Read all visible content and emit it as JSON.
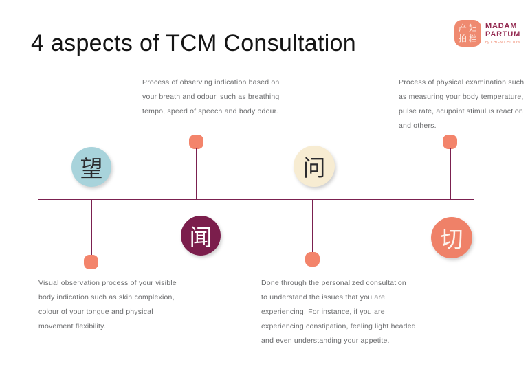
{
  "page": {
    "title": "4 aspects of TCM Consultation"
  },
  "logo": {
    "badge_line1": "产妇",
    "badge_line2": "拍档",
    "brand_line1": "MADAM",
    "brand_line2": "PARTUM",
    "tagline": "by CHIEN CHI TOW"
  },
  "colors": {
    "timeline": "#7b2150",
    "marker": "#f3846b",
    "logo_badge": "#ef8a70",
    "brand_text": "#932950",
    "tagline_text": "#ef8a70",
    "body_text": "#6b6c6e"
  },
  "aspects": [
    {
      "name": "wang-visual-observation",
      "character": "望",
      "circle_color": "#a8d3db",
      "char_color": "#2b2b2e",
      "circle_position": "above-timeline",
      "description_lines": [
        "Visual observation process of your visible",
        "body indication such as skin complexion,",
        "colour of your tongue and physical",
        "movement flexibility."
      ]
    },
    {
      "name": "wen-listening-smelling",
      "character": "闻",
      "circle_color": "#7b1e4c",
      "char_color": "#ffffff",
      "circle_position": "below-timeline",
      "description_lines": [
        "Process of observing indication based on",
        "your breath and odour, such as breathing",
        "tempo, speed of speech and body odour."
      ]
    },
    {
      "name": "wen-inquiry",
      "character": "问",
      "circle_color": "#f7ecd2",
      "char_color": "#2b2b2e",
      "circle_position": "above-timeline",
      "description_lines": [
        "Done through the personalized consultation",
        "to understand the issues that you are",
        "experiencing. For instance, if you are",
        "experiencing constipation, feeling light headed",
        "and even understanding your appetite."
      ]
    },
    {
      "name": "qie-palpation",
      "character": "切",
      "circle_color": "#ef8168",
      "char_color": "#fdf4ef",
      "circle_position": "below-timeline",
      "description_lines": [
        "Process of physical examination such",
        "as measuring your body temperature,",
        "pulse rate, acupoint stimulus reaction",
        "and others."
      ]
    }
  ]
}
